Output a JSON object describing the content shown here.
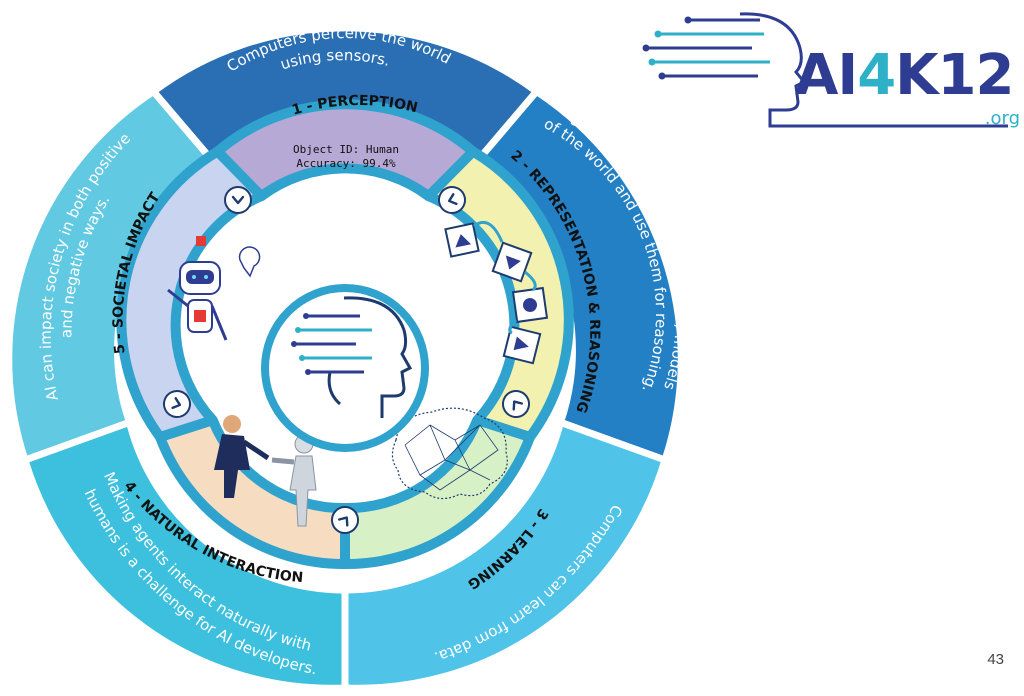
{
  "sections": [
    {
      "title": "1 - PERCEPTION",
      "description_lines": [
        "Computers perceive the world",
        "using sensors."
      ],
      "color": "#2a6fb3",
      "inner_fill": "#b7a9d6",
      "screen_text": [
        "Object ID: Human",
        "Accuracy: 99.4%"
      ],
      "image_icon": "face-recognition-icon"
    },
    {
      "title": "2 - REPRESENTATION & REASONING",
      "description_lines": [
        "Agents maintain representations / models",
        "of the world and use them for reasoning."
      ],
      "color": "#2480c4",
      "inner_fill": "#f3f1b0",
      "image_icon": "cubes-icon"
    },
    {
      "title": "3 - LEARNING",
      "description_lines": [
        "Computers can learn from data."
      ],
      "color": "#4fc3e8",
      "inner_fill": "#d7f0c6",
      "image_icon": "brain-network-icon"
    },
    {
      "title": "4 - NATURAL INTERACTION",
      "description_lines": [
        "Making agents interact naturally with",
        "humans is a challenge for AI developers."
      ],
      "color": "#3cc0de",
      "inner_fill": "#f6dcc0",
      "image_icon": "handshake-icon"
    },
    {
      "title": "5 - SOCIETAL IMPACT",
      "description_lines": [
        "AI can impact society in both positive",
        "and negative ways."
      ],
      "color": "#62c9e3",
      "inner_fill": "#c9d4f0",
      "image_icon": "robot-icon"
    }
  ],
  "logo": {
    "prefix": "AI",
    "highlight": "4",
    "suffix": "K12",
    "domain": ".org"
  },
  "page_number": "43",
  "colors": {
    "dark_blue": "#1e3b6f",
    "teal": "#2fb0c9",
    "navy": "#2e3d92"
  }
}
